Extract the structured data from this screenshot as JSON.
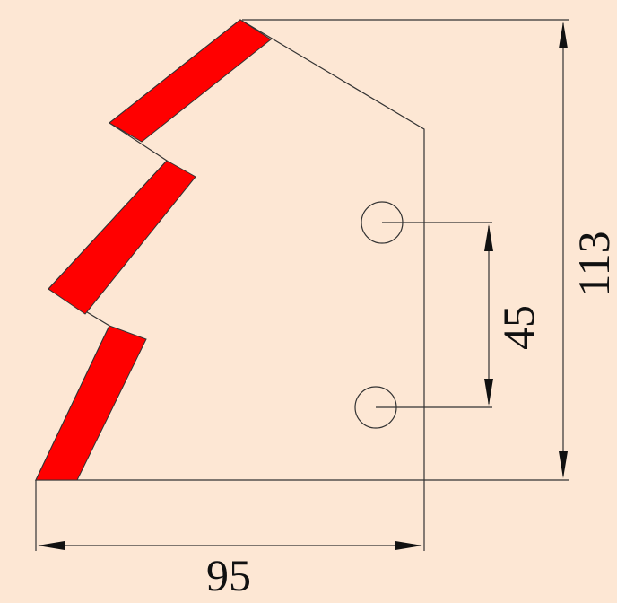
{
  "drawing": {
    "dimensions": {
      "width": "95",
      "height": "113",
      "hole_spacing": "45"
    },
    "colors": {
      "background": "#fde7d4",
      "cutting_edge": "#ff0000",
      "line": "#333333",
      "text": "#111111"
    }
  }
}
